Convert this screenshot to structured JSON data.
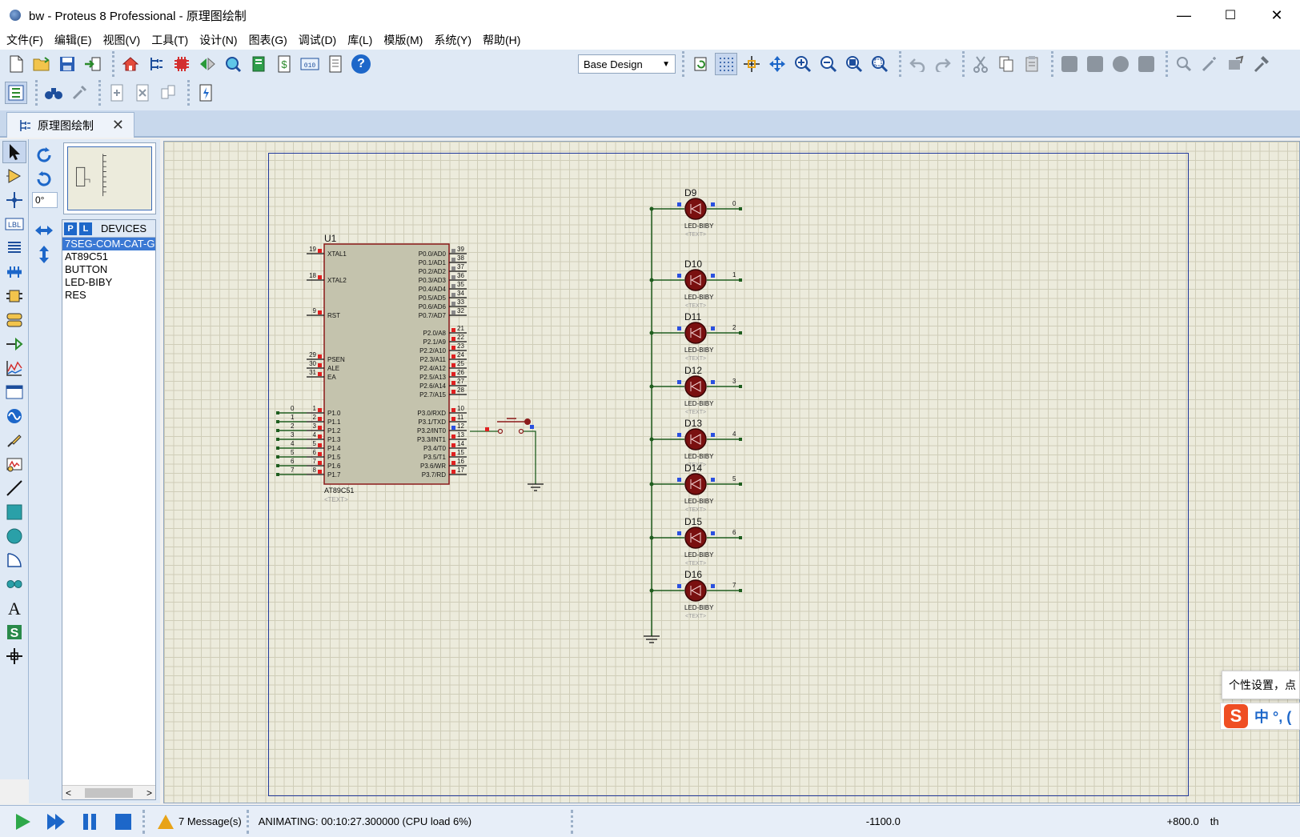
{
  "window": {
    "title": "bw - Proteus 8 Professional - 原理图绘制",
    "minimize": "—",
    "maximize": "☐",
    "close": "✕"
  },
  "menu": [
    "文件(F)",
    "编辑(E)",
    "视图(V)",
    "工具(T)",
    "设计(N)",
    "图表(G)",
    "调试(D)",
    "库(L)",
    "模版(M)",
    "系统(Y)",
    "帮助(H)"
  ],
  "toolbar": {
    "design_select": "Base Design",
    "help_label": "?"
  },
  "tab": {
    "label": "原理图绘制",
    "close": "✕"
  },
  "side": {
    "angle": "0°",
    "p_btn": "P",
    "l_btn": "L",
    "devices_title": "DEVICES",
    "devices": [
      "7SEG-COM-CAT-G",
      "AT89C51",
      "BUTTON",
      "LED-BIBY",
      "RES"
    ],
    "scroll_left": "<",
    "scroll_right": ">"
  },
  "schematic": {
    "mcu": {
      "ref": "U1",
      "part": "AT89C51",
      "text_placeholder": "<TEXT>",
      "left_pins": [
        {
          "num": "19",
          "name": "XTAL1"
        },
        {
          "num": "18",
          "name": "XTAL2"
        },
        {
          "num": "9",
          "name": "RST"
        },
        {
          "num": "29",
          "name": "PSEN"
        },
        {
          "num": "30",
          "name": "ALE"
        },
        {
          "num": "31",
          "name": "EA"
        },
        {
          "num": "1",
          "name": "P1.0",
          "net": "0"
        },
        {
          "num": "2",
          "name": "P1.1",
          "net": "1"
        },
        {
          "num": "3",
          "name": "P1.2",
          "net": "2"
        },
        {
          "num": "4",
          "name": "P1.3",
          "net": "3"
        },
        {
          "num": "5",
          "name": "P1.4",
          "net": "4"
        },
        {
          "num": "6",
          "name": "P1.5",
          "net": "5"
        },
        {
          "num": "7",
          "name": "P1.6",
          "net": "6"
        },
        {
          "num": "8",
          "name": "P1.7",
          "net": "7"
        }
      ],
      "right_pins": [
        {
          "num": "39",
          "name": "P0.0/AD0"
        },
        {
          "num": "38",
          "name": "P0.1/AD1"
        },
        {
          "num": "37",
          "name": "P0.2/AD2"
        },
        {
          "num": "36",
          "name": "P0.3/AD3"
        },
        {
          "num": "35",
          "name": "P0.4/AD4"
        },
        {
          "num": "34",
          "name": "P0.5/AD5"
        },
        {
          "num": "33",
          "name": "P0.6/AD6"
        },
        {
          "num": "32",
          "name": "P0.7/AD7"
        },
        {
          "num": "21",
          "name": "P2.0/A8"
        },
        {
          "num": "22",
          "name": "P2.1/A9"
        },
        {
          "num": "23",
          "name": "P2.2/A10"
        },
        {
          "num": "24",
          "name": "P2.3/A11"
        },
        {
          "num": "25",
          "name": "P2.4/A12"
        },
        {
          "num": "26",
          "name": "P2.5/A13"
        },
        {
          "num": "27",
          "name": "P2.6/A14"
        },
        {
          "num": "28",
          "name": "P2.7/A15"
        },
        {
          "num": "10",
          "name": "P3.0/RXD"
        },
        {
          "num": "11",
          "name": "P3.1/TXD"
        },
        {
          "num": "12",
          "name": "P3.2/INT0"
        },
        {
          "num": "13",
          "name": "P3.3/INT1"
        },
        {
          "num": "14",
          "name": "P3.4/T0"
        },
        {
          "num": "15",
          "name": "P3.5/T1"
        },
        {
          "num": "16",
          "name": "P3.6/WR"
        },
        {
          "num": "17",
          "name": "P3.7/RD"
        }
      ]
    },
    "leds": [
      {
        "ref": "D9",
        "part": "LED-BIBY",
        "net": "0",
        "text": "<TEXT>"
      },
      {
        "ref": "D10",
        "part": "LED-BIBY",
        "net": "1",
        "text": "<TEXT>"
      },
      {
        "ref": "D11",
        "part": "LED-BIBY",
        "net": "2",
        "text": "<TEXT>"
      },
      {
        "ref": "D12",
        "part": "LED-BIBY",
        "net": "3",
        "text": "<TEXT>"
      },
      {
        "ref": "D13",
        "part": "LED-BIBY",
        "net": "4",
        "text": "<TEXT>"
      },
      {
        "ref": "D14",
        "part": "LED-BIBY",
        "net": "5",
        "text": "<TEXT>"
      },
      {
        "ref": "D15",
        "part": "LED-BIBY",
        "net": "6",
        "text": "<TEXT>"
      },
      {
        "ref": "D16",
        "part": "LED-BIBY",
        "net": "7",
        "text": "<TEXT>"
      }
    ]
  },
  "status": {
    "messages": "7 Message(s)",
    "animating": "ANIMATING: 00:10:27.300000 (CPU load 6%)",
    "coord_x": "-1100.0",
    "coord_y": "+800.0",
    "unit": "th"
  },
  "ime": {
    "tooltip": "个性设置，点",
    "logo": "S",
    "status": "中 °, ("
  },
  "colors": {
    "wire": "#1e5d1e",
    "component_outline": "#8b1a1a",
    "chip_fill": "#c4c3ad",
    "led_body": "#7a1010",
    "pin_red": "#e02020",
    "pin_blue": "#2a50e0",
    "sheet_border": "#233a9c"
  }
}
